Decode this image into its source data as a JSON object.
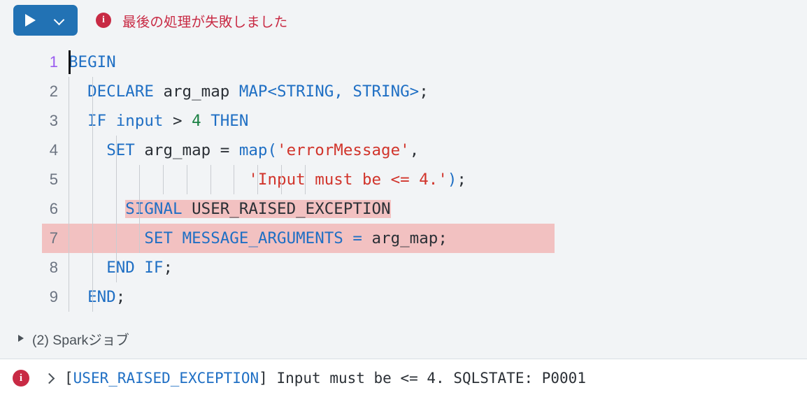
{
  "toolbar": {
    "run_button": {
      "play_icon": "play-icon",
      "dropdown_icon": "chevron-down-icon",
      "accent_color": "#2272b4"
    },
    "status": {
      "icon": "info-icon",
      "icon_color": "#c82a44",
      "text": "最後の処理が失敗しました",
      "text_color": "#c82a44"
    }
  },
  "editor": {
    "language": "sql",
    "active_line": 1,
    "highlight_color": "#f2c1c1",
    "background": "#f2f4f6",
    "lines": [
      {
        "number": "1",
        "tokens": [
          {
            "t": "BEGIN",
            "c": "kw"
          }
        ]
      },
      {
        "number": "2",
        "tokens": [
          {
            "t": "  ",
            "c": "punc"
          },
          {
            "t": "DECLARE",
            "c": "kw"
          },
          {
            "t": " ",
            "c": "punc"
          },
          {
            "t": "arg_map",
            "c": "id"
          },
          {
            "t": " ",
            "c": "punc"
          },
          {
            "t": "MAP<STRING, STRING>",
            "c": "kw"
          },
          {
            "t": ";",
            "c": "punc"
          }
        ]
      },
      {
        "number": "3",
        "tokens": [
          {
            "t": "  ",
            "c": "punc"
          },
          {
            "t": "IF",
            "c": "kw"
          },
          {
            "t": " ",
            "c": "punc"
          },
          {
            "t": "input",
            "c": "kw"
          },
          {
            "t": " ",
            "c": "punc"
          },
          {
            "t": ">",
            "c": "punc"
          },
          {
            "t": " ",
            "c": "punc"
          },
          {
            "t": "4",
            "c": "num"
          },
          {
            "t": " ",
            "c": "punc"
          },
          {
            "t": "THEN",
            "c": "kw"
          }
        ]
      },
      {
        "number": "4",
        "tokens": [
          {
            "t": "    ",
            "c": "punc"
          },
          {
            "t": "SET",
            "c": "kw"
          },
          {
            "t": " ",
            "c": "punc"
          },
          {
            "t": "arg_map",
            "c": "id"
          },
          {
            "t": " ",
            "c": "punc"
          },
          {
            "t": "=",
            "c": "punc"
          },
          {
            "t": " ",
            "c": "punc"
          },
          {
            "t": "map",
            "c": "kw"
          },
          {
            "t": "(",
            "c": "paren"
          },
          {
            "t": "'errorMessage'",
            "c": "str"
          },
          {
            "t": ",",
            "c": "punc"
          }
        ]
      },
      {
        "number": "5",
        "tokens": [
          {
            "t": "                   ",
            "c": "punc"
          },
          {
            "t": "'Input must be <= 4.'",
            "c": "str"
          },
          {
            "t": ")",
            "c": "paren"
          },
          {
            "t": ";",
            "c": "punc"
          }
        ]
      },
      {
        "number": "6",
        "highlight": "inline",
        "tokens": [
          {
            "t": "      ",
            "c": "punc"
          },
          {
            "t": "SIGNAL",
            "c": "kw",
            "hl": true
          },
          {
            "t": " ",
            "c": "punc",
            "hl": true
          },
          {
            "t": "USER_RAISED_EXCEPTION",
            "c": "id",
            "hl": true
          }
        ]
      },
      {
        "number": "7",
        "highlight": "full",
        "tokens": [
          {
            "t": "        ",
            "c": "punc"
          },
          {
            "t": "SET",
            "c": "kw"
          },
          {
            "t": " ",
            "c": "punc"
          },
          {
            "t": "MESSAGE_ARGUMENTS",
            "c": "kw"
          },
          {
            "t": " ",
            "c": "punc"
          },
          {
            "t": "=",
            "c": "kw"
          },
          {
            "t": " ",
            "c": "punc"
          },
          {
            "t": "arg_map",
            "c": "id"
          },
          {
            "t": ";",
            "c": "punc"
          }
        ]
      },
      {
        "number": "8",
        "tokens": [
          {
            "t": "    ",
            "c": "punc"
          },
          {
            "t": "END IF",
            "c": "kw"
          },
          {
            "t": ";",
            "c": "punc"
          }
        ]
      },
      {
        "number": "9",
        "tokens": [
          {
            "t": "  ",
            "c": "punc"
          },
          {
            "t": "END",
            "c": "kw"
          },
          {
            "t": ";",
            "c": "punc"
          }
        ]
      }
    ]
  },
  "spark_jobs": {
    "toggle_icon": "triangle-right-icon",
    "label": "(2) Sparkジョブ"
  },
  "error_bar": {
    "icon": "info-icon",
    "icon_color": "#c82a44",
    "expand_icon": "chevron-right-icon",
    "prefix": "[",
    "code": "USER_RAISED_EXCEPTION",
    "suffix": "] Input must be <= 4. SQLSTATE: P0001"
  }
}
